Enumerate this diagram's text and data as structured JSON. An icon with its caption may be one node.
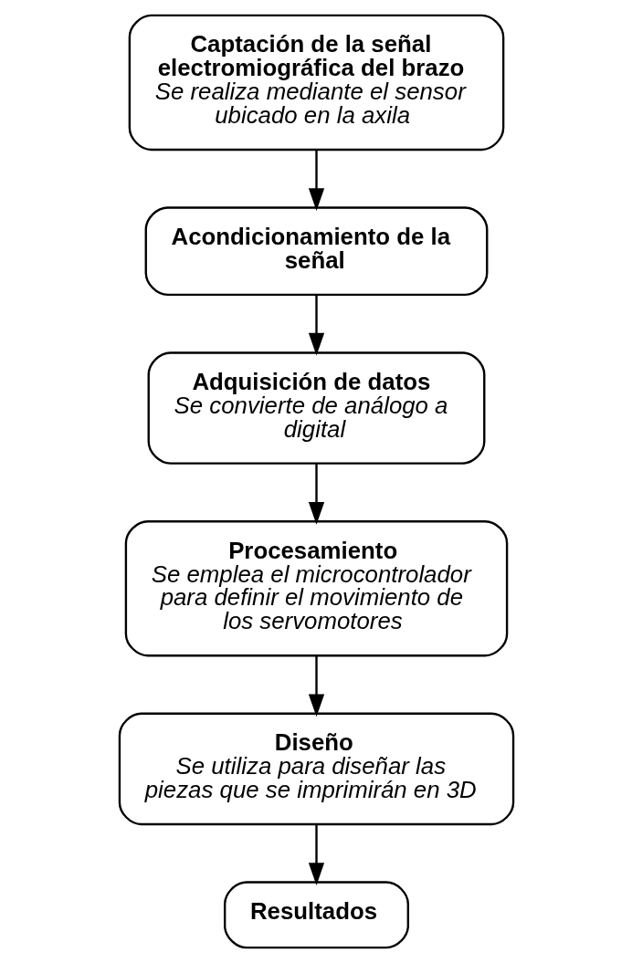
{
  "diagram": {
    "nodes": [
      {
        "text": [
          "Captación de la señal electromiográfica del brazo",
          "Se realiza mediante el sensor ubicado en la axila"
        ]
      },
      {
        "text": [
          "Acondicionamiento de la señal"
        ]
      },
      {
        "text": [
          "Adquisición de datos",
          "Se convierte de análogo a digital"
        ]
      },
      {
        "text": [
          "Procesamiento",
          "Se emplea el microcontrolador  para definir el movimiento de los servomotores"
        ]
      },
      {
        "text": [
          "Diseño",
          "Se utiliza para diseñar las piezas que se imprimirán en 3D"
        ]
      },
      {
        "text": [
          "Resultados"
        ]
      }
    ],
    "edges": [
      {
        "from": 0,
        "to": 1,
        "arrow": "to"
      },
      {
        "from": 1,
        "to": 2,
        "arrow": "to"
      },
      {
        "from": 2,
        "to": 3,
        "arrow": "to"
      },
      {
        "from": 3,
        "to": 4,
        "arrow": "to"
      },
      {
        "from": 4,
        "to": 5,
        "arrow": "to"
      }
    ]
  }
}
